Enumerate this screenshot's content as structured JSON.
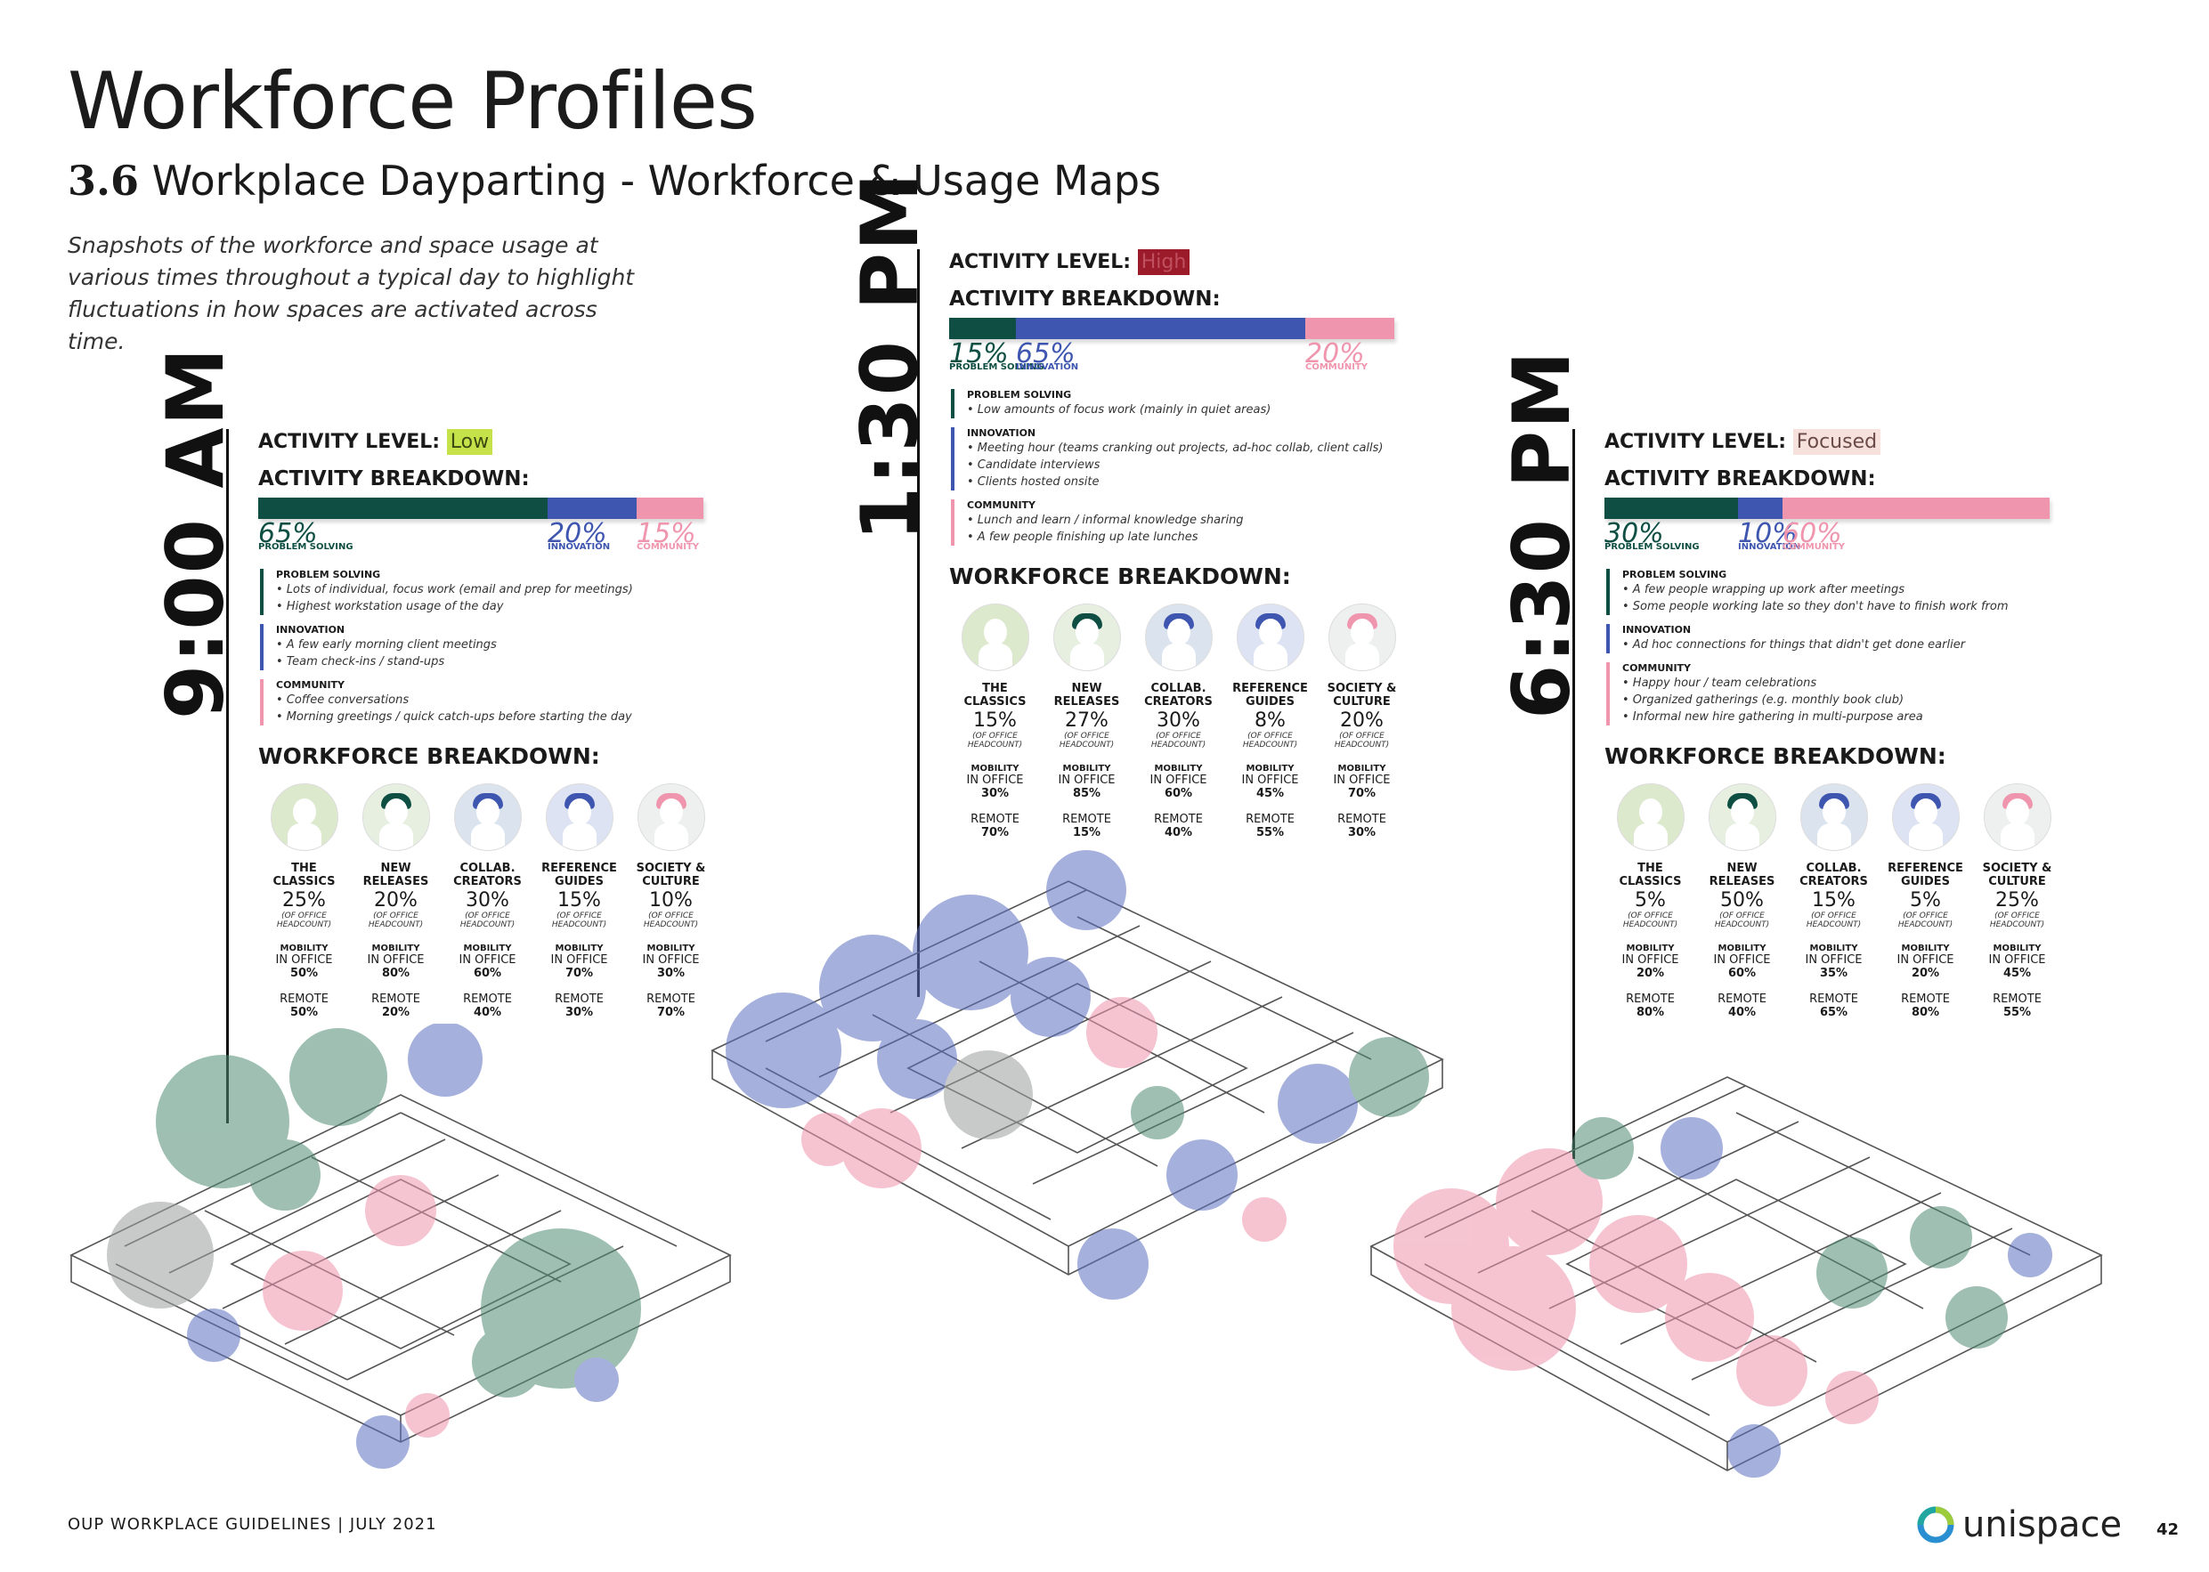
{
  "header": {
    "title": "Workforce Profiles",
    "section_number": "3.6",
    "section_title": "Workplace Dayparting - Workforce & Usage Maps",
    "intro": "Snapshots of the workforce and space usage at various times throughout a typical day to highlight fluctuations in how spaces are activated across time."
  },
  "colors": {
    "problem_solving": "#0f4f43",
    "innovation": "#3f56b0",
    "community": "#ef95ad",
    "low": "#c6e24b",
    "high": "#9b1b2a",
    "focused": "#f7e1dd"
  },
  "labels": {
    "activity_level": "ACTIVITY LEVEL: ",
    "activity_breakdown": "ACTIVITY BREAKDOWN:",
    "workforce_breakdown": "WORKFORCE BREAKDOWN:",
    "of_office": "(OF OFFICE HEADCOUNT)",
    "mobility": "MOBILITY",
    "in_office": "IN OFFICE",
    "remote": "REMOTE"
  },
  "snapshots": [
    {
      "time": "9:00 AM",
      "level": "Low",
      "breakdown": [
        {
          "pct": "65%",
          "value": 65,
          "name": "PROBLEM SOLVING"
        },
        {
          "pct": "20%",
          "value": 20,
          "name": "INNOVATION"
        },
        {
          "pct": "15%",
          "value": 15,
          "name": "COMMUNITY"
        }
      ],
      "notes": [
        {
          "heading": "PROBLEM SOLVING",
          "lines": [
            "• Lots of individual, focus work (email and prep for meetings)",
            "• Highest workstation usage of the day"
          ]
        },
        {
          "heading": "INNOVATION",
          "lines": [
            "• A few early morning client meetings",
            "• Team check-ins / stand-ups"
          ]
        },
        {
          "heading": "COMMUNITY",
          "lines": [
            "• Coffee conversations",
            "• Morning greetings / quick catch-ups before starting the day"
          ]
        }
      ],
      "workforce": [
        {
          "name_1": "THE",
          "name_2": "CLASSICS",
          "pct": "25%",
          "in_office": "50%",
          "remote": "50%"
        },
        {
          "name_1": "NEW",
          "name_2": "RELEASES",
          "pct": "20%",
          "in_office": "80%",
          "remote": "20%"
        },
        {
          "name_1": "COLLAB.",
          "name_2": "CREATORS",
          "pct": "30%",
          "in_office": "60%",
          "remote": "40%"
        },
        {
          "name_1": "REFERENCE",
          "name_2": "GUIDES",
          "pct": "15%",
          "in_office": "70%",
          "remote": "30%"
        },
        {
          "name_1": "SOCIETY &",
          "name_2": "CULTURE",
          "pct": "10%",
          "in_office": "30%",
          "remote": "70%"
        }
      ]
    },
    {
      "time": "1:30 PM",
      "level": "High",
      "breakdown": [
        {
          "pct": "15%",
          "value": 15,
          "name": "PROBLEM SOLVING"
        },
        {
          "pct": "65%",
          "value": 65,
          "name": "INNOVATION"
        },
        {
          "pct": "20%",
          "value": 20,
          "name": "COMMUNITY"
        }
      ],
      "notes": [
        {
          "heading": "PROBLEM SOLVING",
          "lines": [
            "• Low amounts of focus work (mainly in quiet areas)"
          ]
        },
        {
          "heading": "INNOVATION",
          "lines": [
            "• Meeting hour (teams cranking out projects, ad-hoc collab, client calls)",
            "• Candidate interviews",
            "• Clients hosted onsite"
          ]
        },
        {
          "heading": "COMMUNITY",
          "lines": [
            "• Lunch and learn / informal knowledge sharing",
            "• A few people finishing up late lunches"
          ]
        }
      ],
      "workforce": [
        {
          "name_1": "THE",
          "name_2": "CLASSICS",
          "pct": "15%",
          "in_office": "30%",
          "remote": "70%"
        },
        {
          "name_1": "NEW",
          "name_2": "RELEASES",
          "pct": "27%",
          "in_office": "85%",
          "remote": "15%"
        },
        {
          "name_1": "COLLAB.",
          "name_2": "CREATORS",
          "pct": "30%",
          "in_office": "60%",
          "remote": "40%"
        },
        {
          "name_1": "REFERENCE",
          "name_2": "GUIDES",
          "pct": "8%",
          "in_office": "45%",
          "remote": "55%"
        },
        {
          "name_1": "SOCIETY &",
          "name_2": "CULTURE",
          "pct": "20%",
          "in_office": "70%",
          "remote": "30%"
        }
      ]
    },
    {
      "time": "6:30 PM",
      "level": "Focused",
      "breakdown": [
        {
          "pct": "30%",
          "value": 30,
          "name": "PROBLEM SOLVING"
        },
        {
          "pct": "10%",
          "value": 10,
          "name": "INNOVATION"
        },
        {
          "pct": "60%",
          "value": 60,
          "name": "COMMUNITY"
        }
      ],
      "notes": [
        {
          "heading": "PROBLEM SOLVING",
          "lines": [
            "• A few people wrapping up work after meetings",
            "• Some people working late so they don't have to finish work from"
          ]
        },
        {
          "heading": "INNOVATION",
          "lines": [
            "• Ad hoc connections for things that didn't get done earlier"
          ]
        },
        {
          "heading": "COMMUNITY",
          "lines": [
            "• Happy hour / team celebrations",
            "• Organized gatherings (e.g. monthly book club)",
            "• Informal new hire gathering in multi-purpose area"
          ]
        }
      ],
      "workforce": [
        {
          "name_1": "THE",
          "name_2": "CLASSICS",
          "pct": "5%",
          "in_office": "20%",
          "remote": "80%"
        },
        {
          "name_1": "NEW",
          "name_2": "RELEASES",
          "pct": "50%",
          "in_office": "60%",
          "remote": "40%"
        },
        {
          "name_1": "COLLAB.",
          "name_2": "CREATORS",
          "pct": "15%",
          "in_office": "35%",
          "remote": "65%"
        },
        {
          "name_1": "REFERENCE",
          "name_2": "GUIDES",
          "pct": "5%",
          "in_office": "20%",
          "remote": "80%"
        },
        {
          "name_1": "SOCIETY &",
          "name_2": "CULTURE",
          "pct": "25%",
          "in_office": "45%",
          "remote": "55%"
        }
      ]
    }
  ],
  "footer": {
    "left": "OUP WORKPLACE GUIDELINES | JULY 2021",
    "logo": "unispace",
    "page": "42"
  }
}
